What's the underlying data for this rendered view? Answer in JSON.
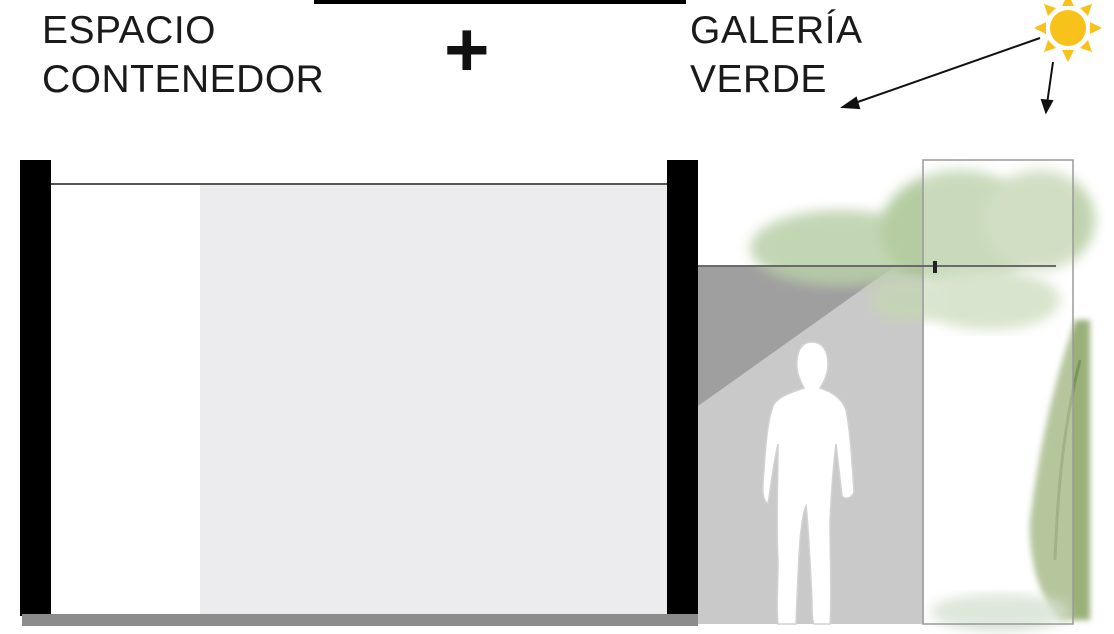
{
  "labels": {
    "left_line1": "ESPACIO",
    "left_line2": "CONTENEDOR",
    "plus": "+",
    "right_line1": "GALERÍA",
    "right_line2": "VERDE"
  },
  "icons": {
    "sun": "sun-icon",
    "person": "person-silhouette-icon",
    "arrow": "arrow-icon"
  },
  "colors": {
    "wall": "#000000",
    "interior": "#ececee",
    "gallery_wall": "#c9c9c9",
    "shadow": "#9f9f9f",
    "foliage": "#9dbd86",
    "sun": "#f7c21a",
    "floor": "#8c8c8c"
  }
}
